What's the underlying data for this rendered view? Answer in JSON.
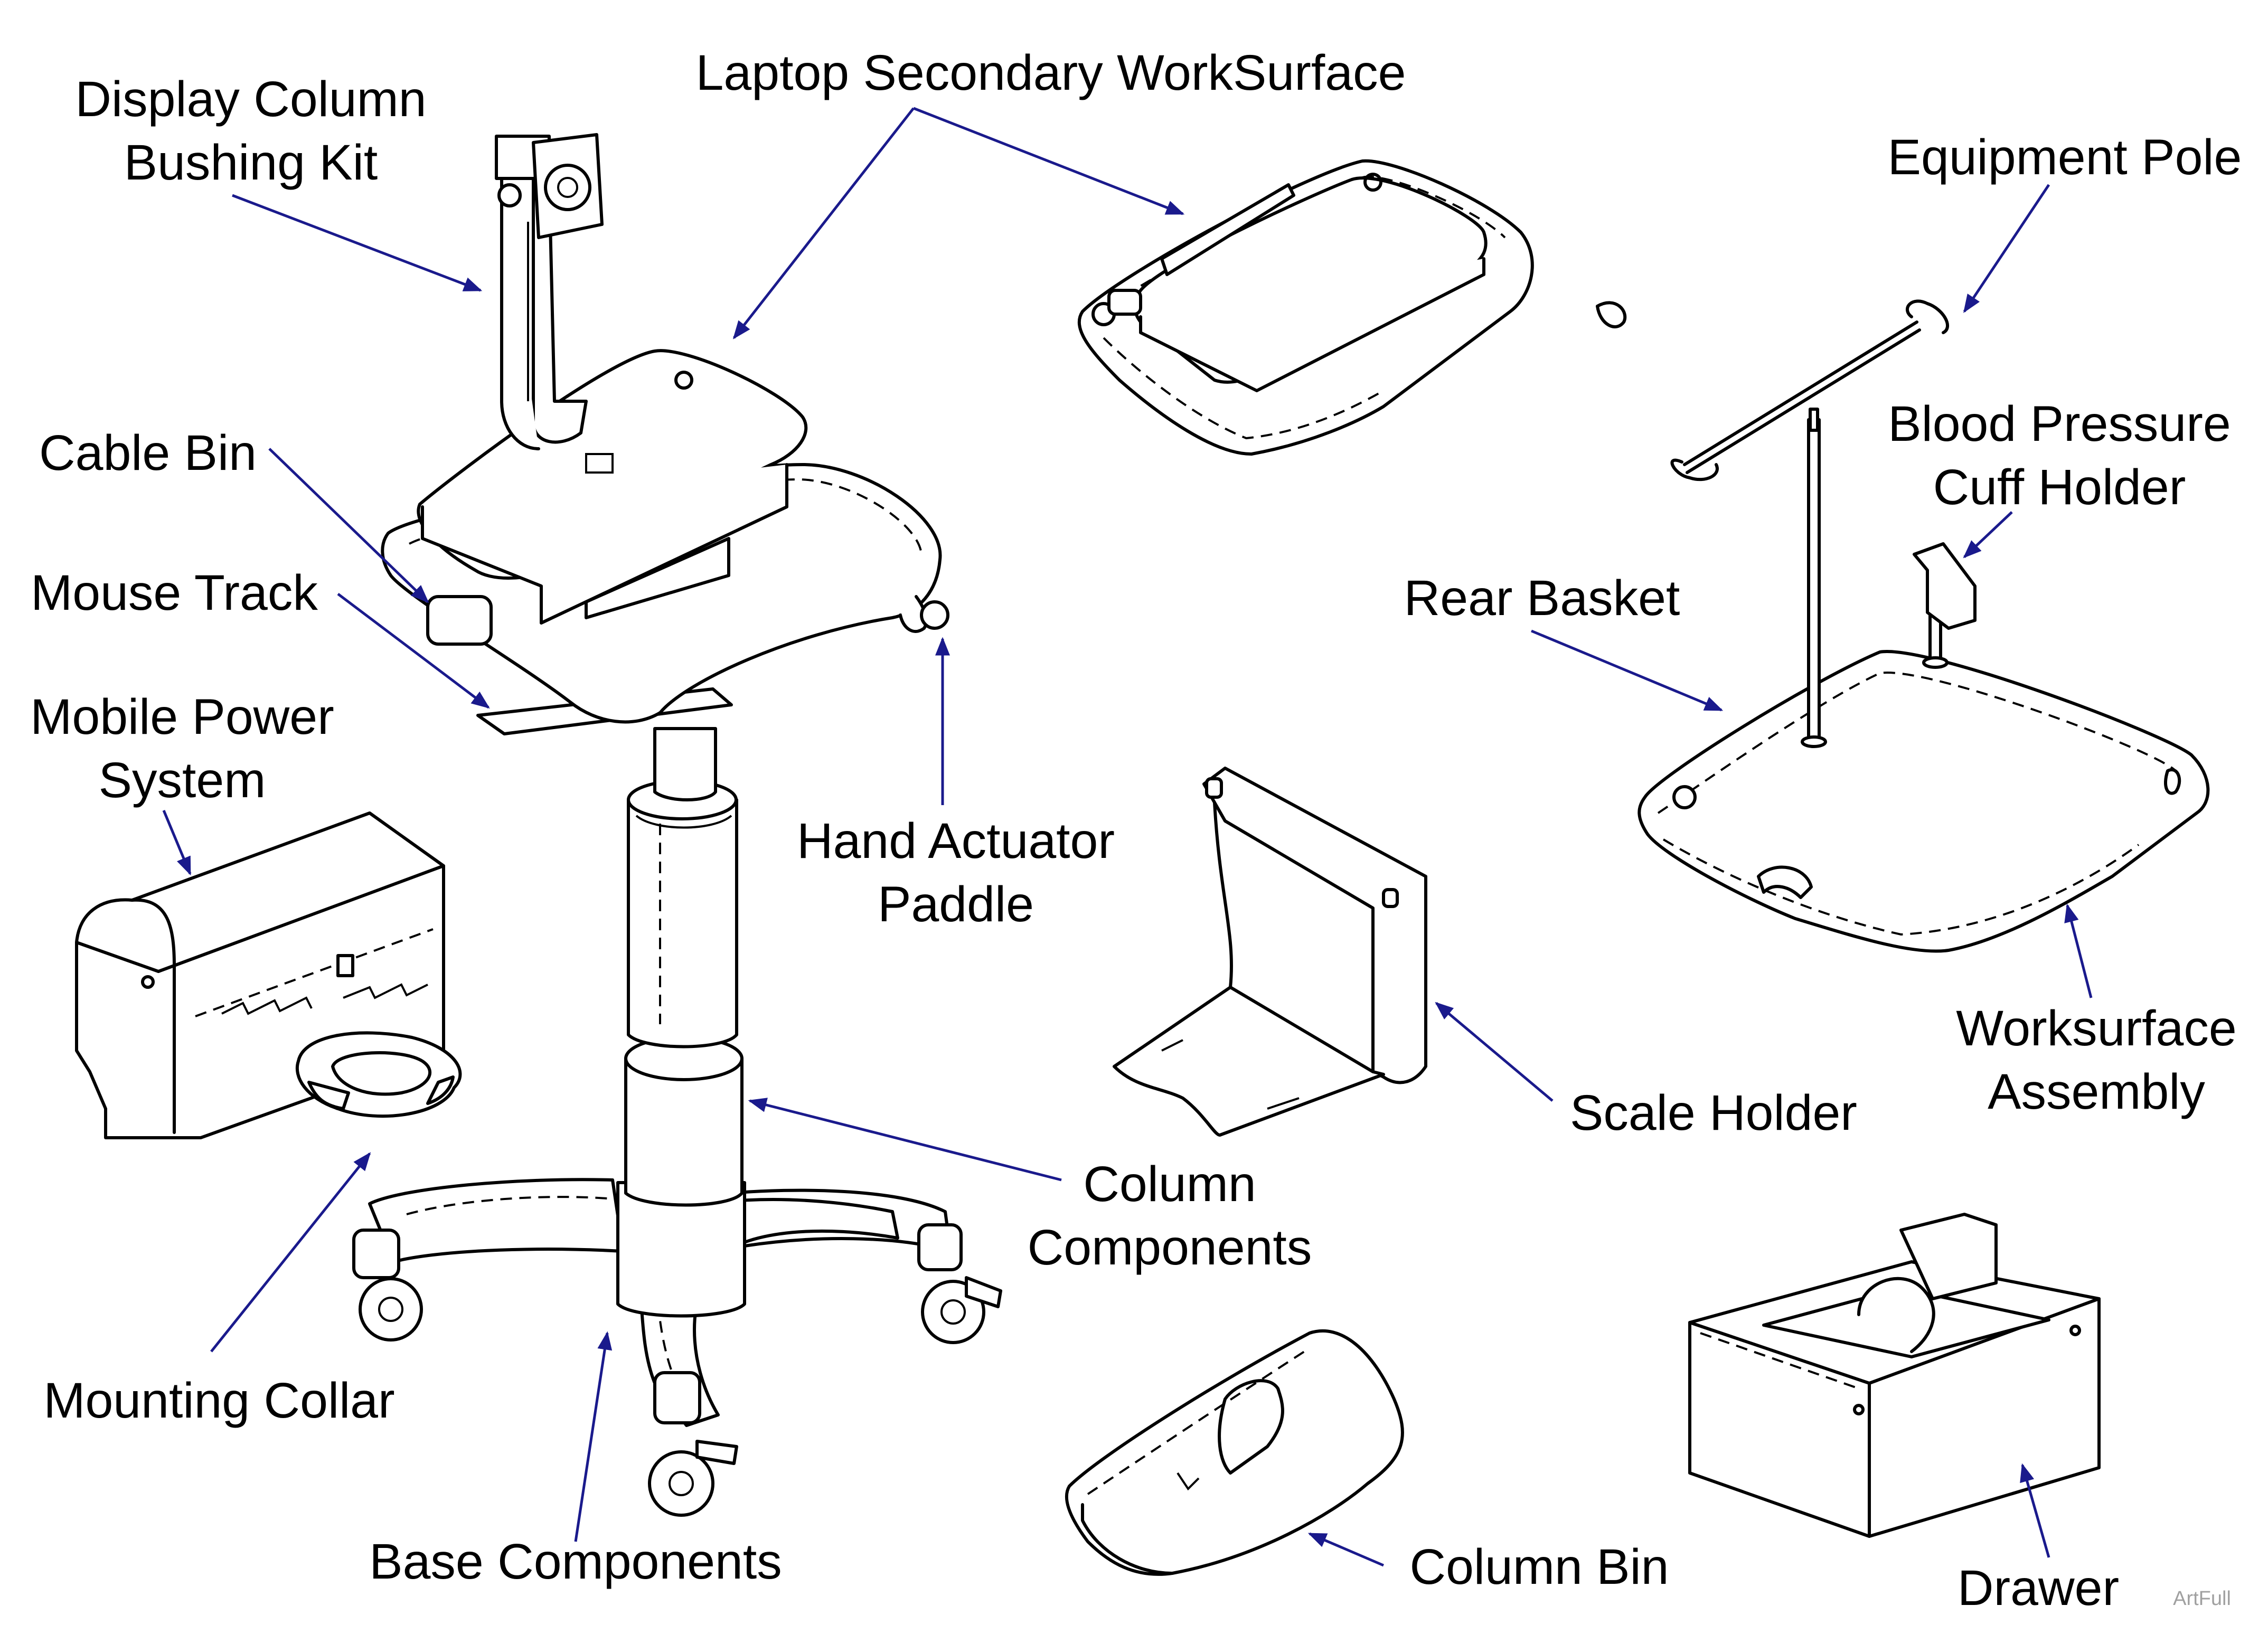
{
  "labels": {
    "display_column_l1": "Display Column",
    "display_column_l2": "Bushing Kit",
    "laptop_surface": "Laptop Secondary WorkSurface",
    "equipment_pole": "Equipment Pole",
    "bp_cuff_l1": "Blood Pressure",
    "bp_cuff_l2": "Cuff Holder",
    "cable_bin": "Cable Bin",
    "mouse_track": "Mouse Track",
    "rear_basket": "Rear Basket",
    "mobile_power_l1": "Mobile Power",
    "mobile_power_l2": "System",
    "hand_actuator_l1": "Hand Actuator",
    "hand_actuator_l2": "Paddle",
    "worksurface_l1": "Worksurface",
    "worksurface_l2": "Assembly",
    "scale_holder": "Scale Holder",
    "column_components_l1": "Column",
    "column_components_l2": "Components",
    "mounting_collar": "Mounting Collar",
    "base_components": "Base Components",
    "column_bin": "Column Bin",
    "drawer": "Drawer",
    "art_ref": "ArtFull"
  },
  "colors": {
    "callout_arrow": "#1a1a8c",
    "line_art": "#000000",
    "art_ref_text": "#a0a0a0"
  }
}
